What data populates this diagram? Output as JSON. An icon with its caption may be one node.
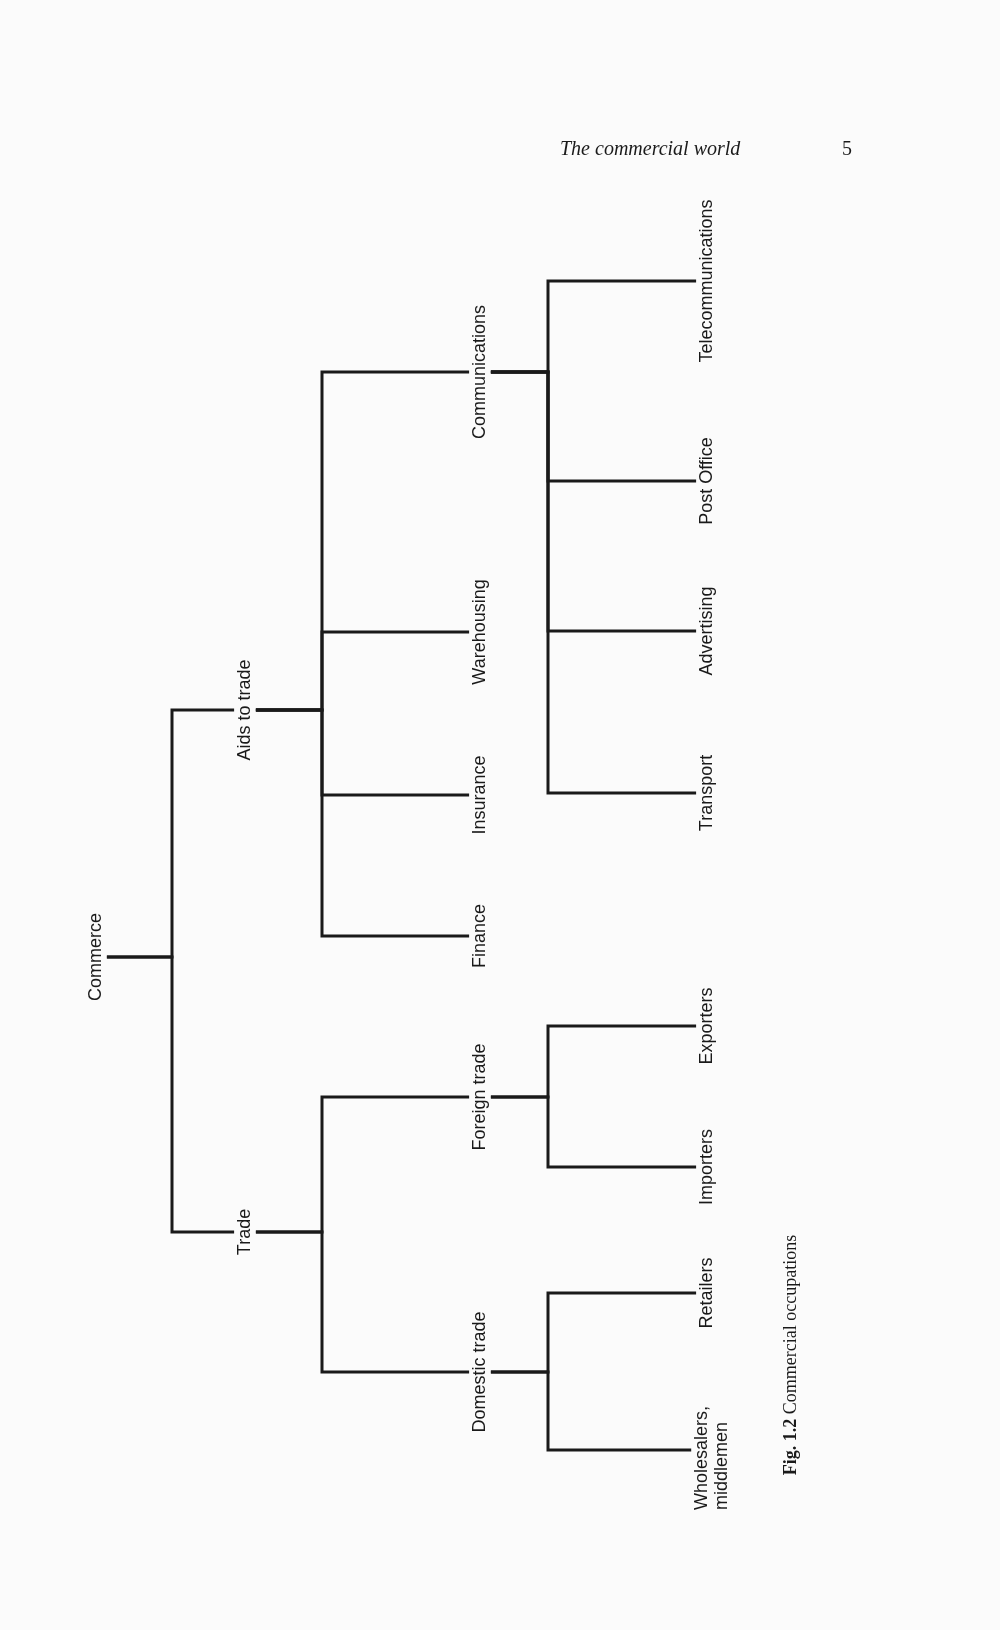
{
  "diagram": {
    "caption": "**Fig. 1.2** Commercial occupations",
    "nodes": [
      {
        "text": [
          "Commerce"
        ]
      },
      {
        "text": [
          "Trade"
        ]
      },
      {
        "text": [
          "Aids to trade"
        ]
      },
      {
        "text": [
          "Domestic trade"
        ]
      },
      {
        "text": [
          "Foreign trade"
        ]
      },
      {
        "text": [
          "Finance"
        ]
      },
      {
        "text": [
          "Insurance"
        ]
      },
      {
        "text": [
          "Warehousing"
        ]
      },
      {
        "text": [
          "Communications"
        ]
      },
      {
        "text": [
          "Wholesalers, middlemen"
        ]
      },
      {
        "text": [
          "Retailers"
        ]
      },
      {
        "text": [
          "Importers"
        ]
      },
      {
        "text": [
          "Exporters"
        ]
      },
      {
        "text": [
          "Transport"
        ]
      },
      {
        "text": [
          "Advertising"
        ]
      },
      {
        "text": [
          "Post Office"
        ]
      },
      {
        "text": [
          "Telecommunications"
        ]
      }
    ],
    "edges": [
      {
        "from": 0,
        "to": 1,
        "arrow": "none"
      },
      {
        "from": 0,
        "to": 2,
        "arrow": "none"
      },
      {
        "from": 1,
        "to": 3,
        "arrow": "none"
      },
      {
        "from": 1,
        "to": 4,
        "arrow": "none"
      },
      {
        "from": 2,
        "to": 5,
        "arrow": "none"
      },
      {
        "from": 2,
        "to": 6,
        "arrow": "none"
      },
      {
        "from": 2,
        "to": 7,
        "arrow": "none"
      },
      {
        "from": 2,
        "to": 8,
        "arrow": "none"
      },
      {
        "from": 3,
        "to": 9,
        "arrow": "none"
      },
      {
        "from": 3,
        "to": 10,
        "arrow": "none"
      },
      {
        "from": 4,
        "to": 11,
        "arrow": "none"
      },
      {
        "from": 4,
        "to": 12,
        "arrow": "none"
      },
      {
        "from": 8,
        "to": 13,
        "arrow": "none"
      },
      {
        "from": 8,
        "to": 14,
        "arrow": "none"
      },
      {
        "from": 8,
        "to": 15,
        "arrow": "none"
      },
      {
        "from": 8,
        "to": 16,
        "arrow": "none"
      }
    ],
    "labels": [
      "The commercial world",
      "5"
    ]
  }
}
